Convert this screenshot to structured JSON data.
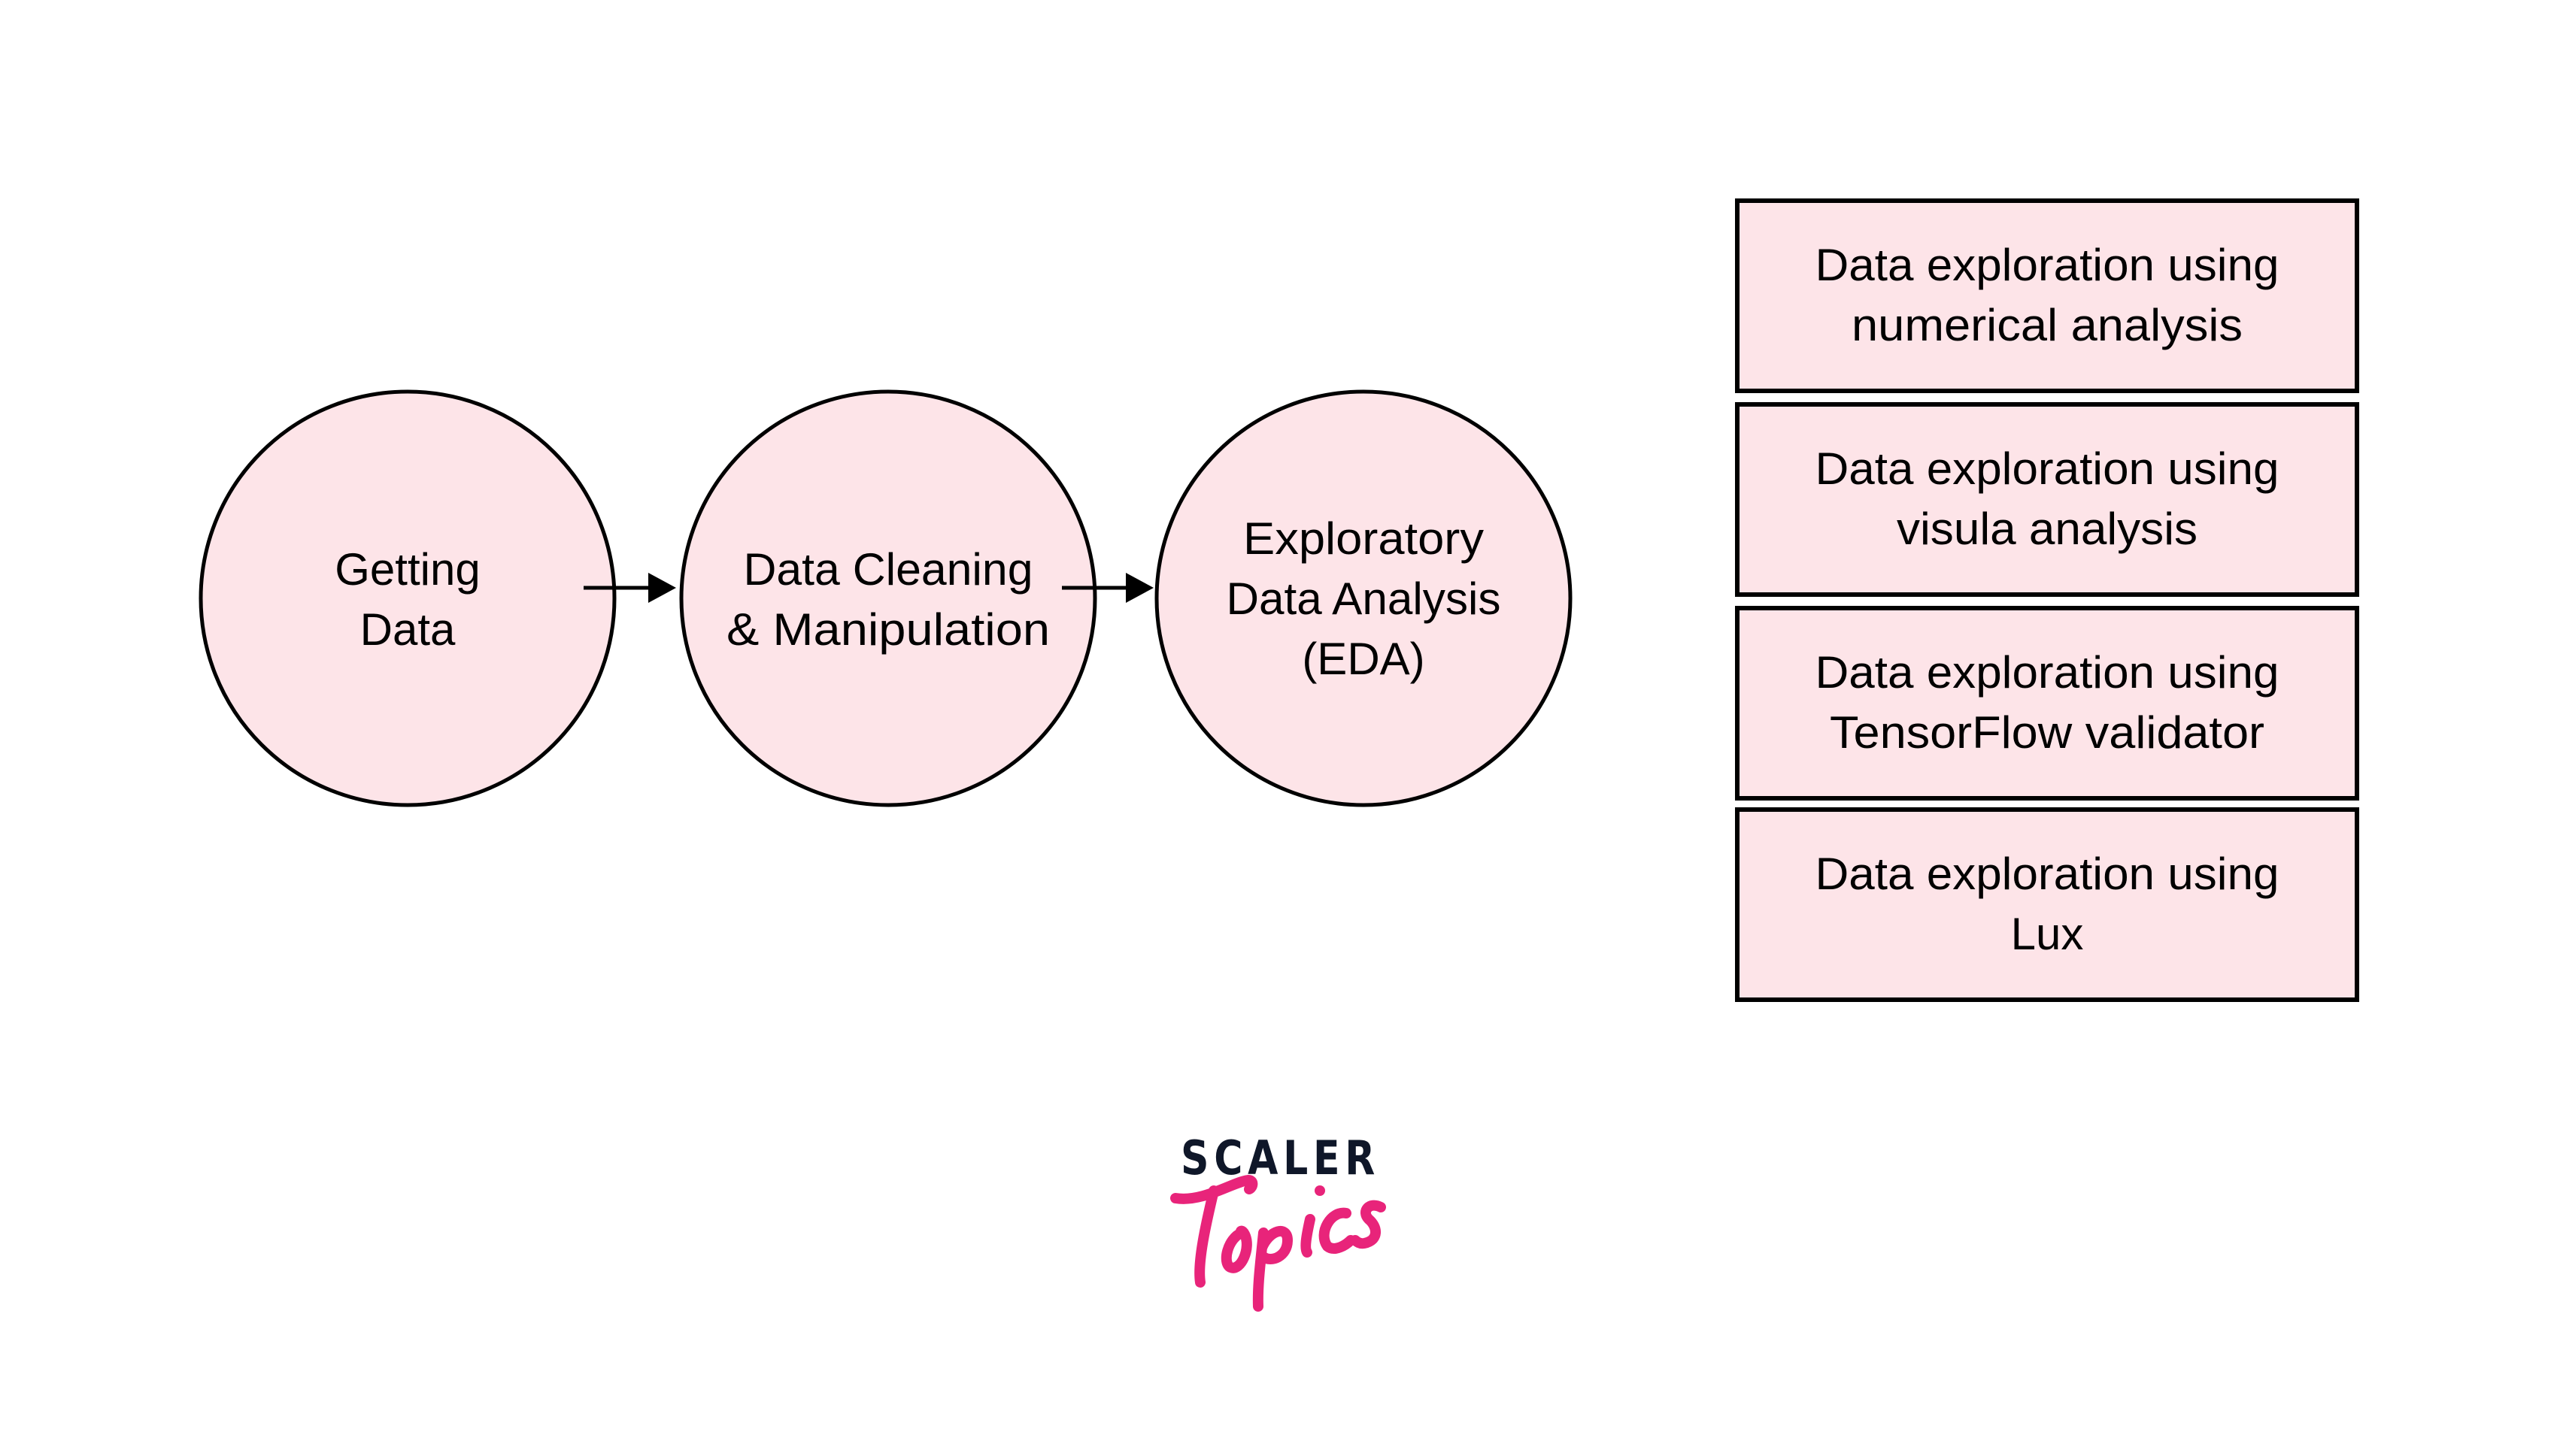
{
  "diagram": {
    "type": "process-flow",
    "colors": {
      "node_fill": "#fde4e8",
      "stroke": "#000000",
      "text": "#000000"
    },
    "process_nodes": [
      {
        "id": "getting-data",
        "lines": [
          "Getting",
          "Data"
        ]
      },
      {
        "id": "data-cleaning",
        "lines": [
          "Data Cleaning",
          "& Manipulation"
        ]
      },
      {
        "id": "eda",
        "lines": [
          "Exploratory",
          "Data Analysis",
          "(EDA)"
        ]
      }
    ],
    "edges": [
      {
        "from": "getting-data",
        "to": "data-cleaning"
      },
      {
        "from": "data-cleaning",
        "to": "eda"
      }
    ],
    "methods": [
      {
        "lines": [
          "Data exploration using",
          "numerical analysis"
        ]
      },
      {
        "lines": [
          "Data exploration using",
          "visula analysis"
        ]
      },
      {
        "lines": [
          "Data exploration using",
          "TensorFlow validator"
        ]
      },
      {
        "lines": [
          "Data exploration using",
          "Lux"
        ]
      }
    ]
  },
  "logo": {
    "brand": "SCALER",
    "sub": "Topics",
    "colors": {
      "brand": "#0f1729",
      "sub": "#e8247a"
    }
  }
}
